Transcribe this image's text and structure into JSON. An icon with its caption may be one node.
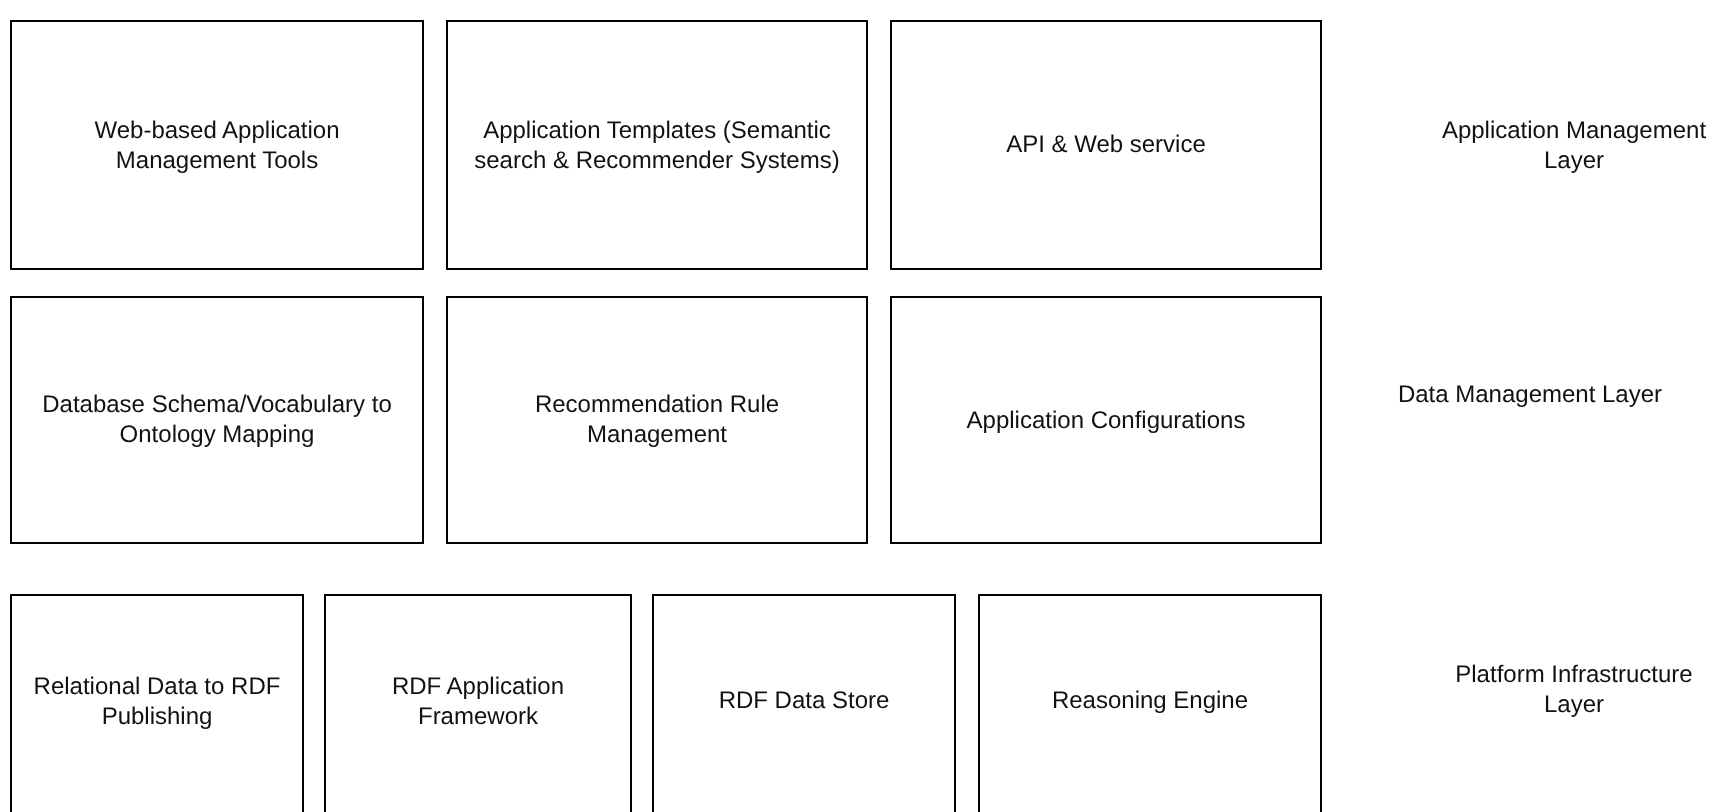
{
  "diagram": {
    "nodes": [
      {
        "text": [
          "Web-based Application Management Tools"
        ]
      },
      {
        "text": [
          "Application Templates (Semantic search & Recommender Systems)"
        ]
      },
      {
        "text": [
          "API & Web service"
        ]
      },
      {
        "text": [
          "Database Schema/Vocabulary to Ontology Mapping"
        ]
      },
      {
        "text": [
          "Recommendation Rule Management"
        ]
      },
      {
        "text": [
          "Application Configurations"
        ]
      },
      {
        "text": [
          "Relational Data to RDF Publishing"
        ]
      },
      {
        "text": [
          "RDF Application Framework"
        ]
      },
      {
        "text": [
          "RDF Data Store"
        ]
      },
      {
        "text": [
          "Reasoning Engine"
        ]
      }
    ],
    "labels": [
      "Application Management Layer",
      "Data Management Layer",
      "Platform Infrastructure Layer"
    ]
  }
}
